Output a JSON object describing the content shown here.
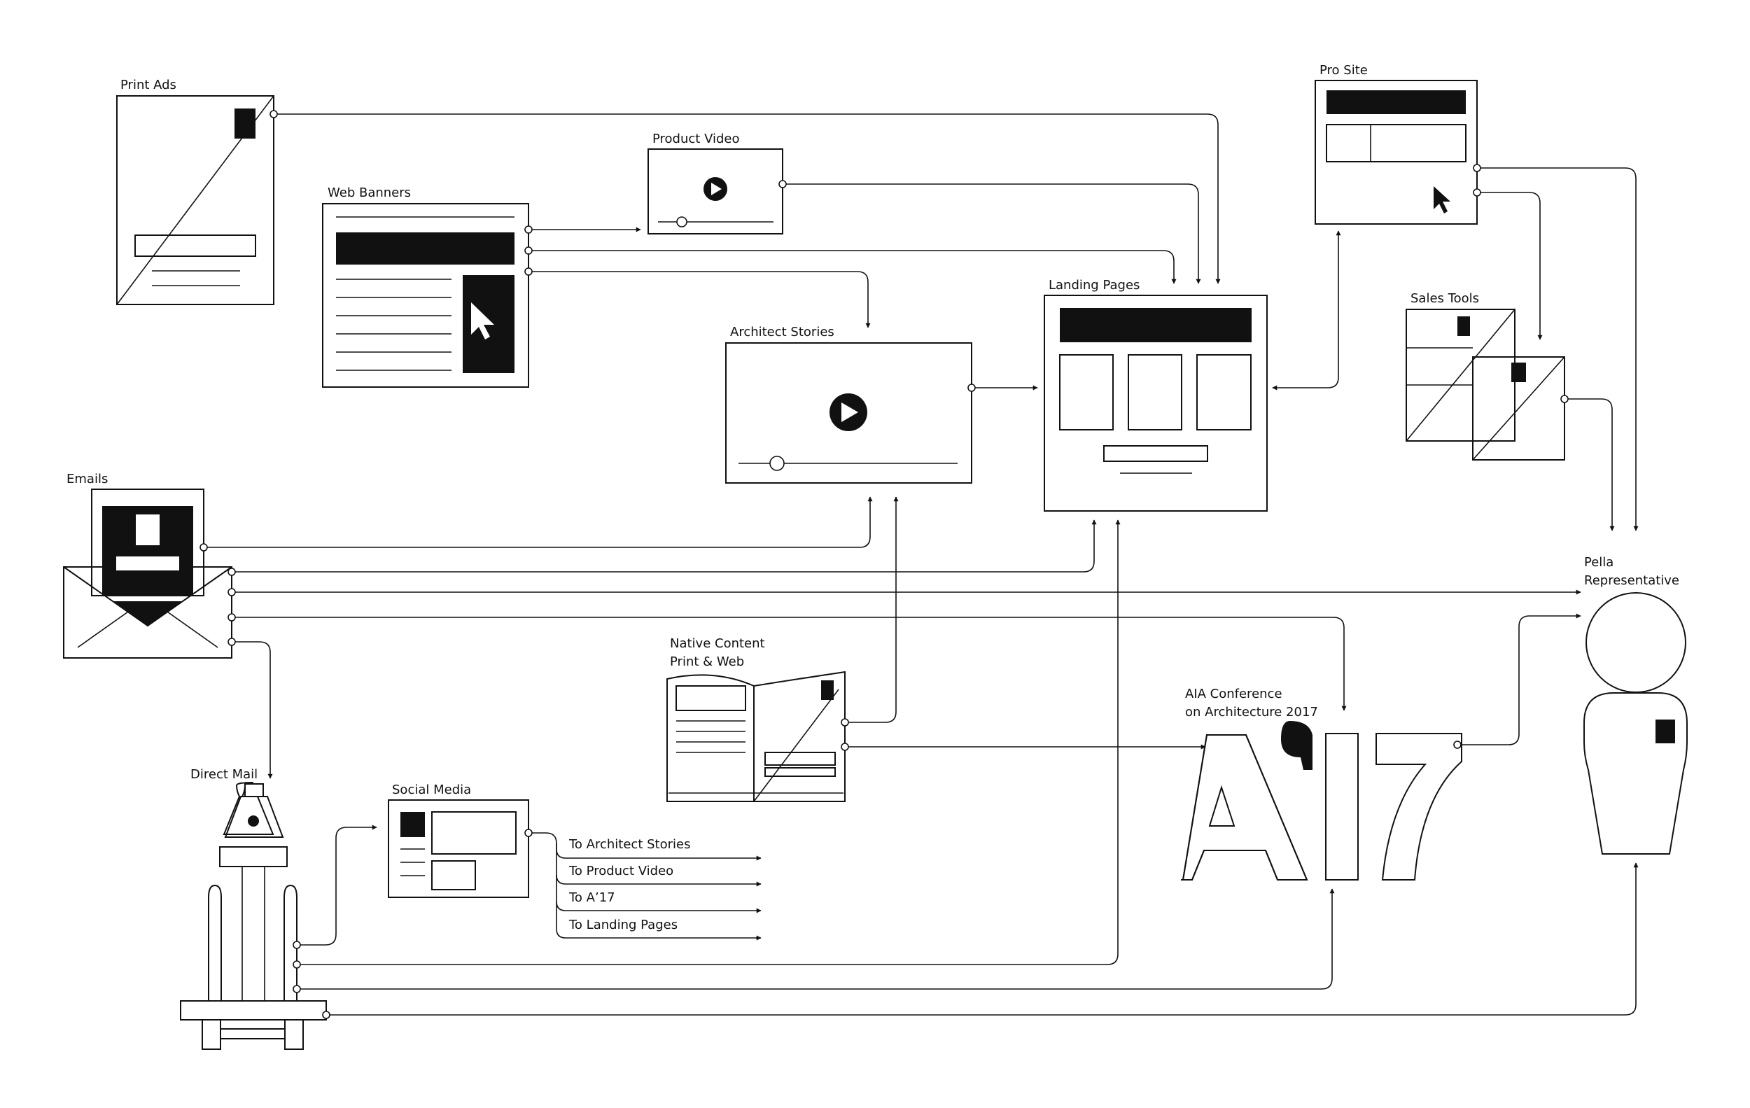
{
  "labels": {
    "print_ads": "Print Ads",
    "web_banners": "Web Banners",
    "product_video": "Product Video",
    "architect_stories": "Architect Stories",
    "landing_pages": "Landing Pages",
    "pro_site": "Pro Site",
    "sales_tools": "Sales Tools",
    "emails": "Emails",
    "pella_rep_line1": "Pella",
    "pella_rep_line2": "Representative",
    "native_content_line1": "Native Content",
    "native_content_line2": "Print & Web",
    "aia_line1": "AIA Conference",
    "aia_line2": "on Architecture 2017",
    "direct_mail": "Direct Mail",
    "social_media": "Social Media"
  },
  "social_media_targets": [
    "To Architect Stories",
    "To Product Video",
    "To A’17",
    "To Landing Pages"
  ],
  "colors": {
    "ink": "#111111",
    "background": "#ffffff"
  }
}
